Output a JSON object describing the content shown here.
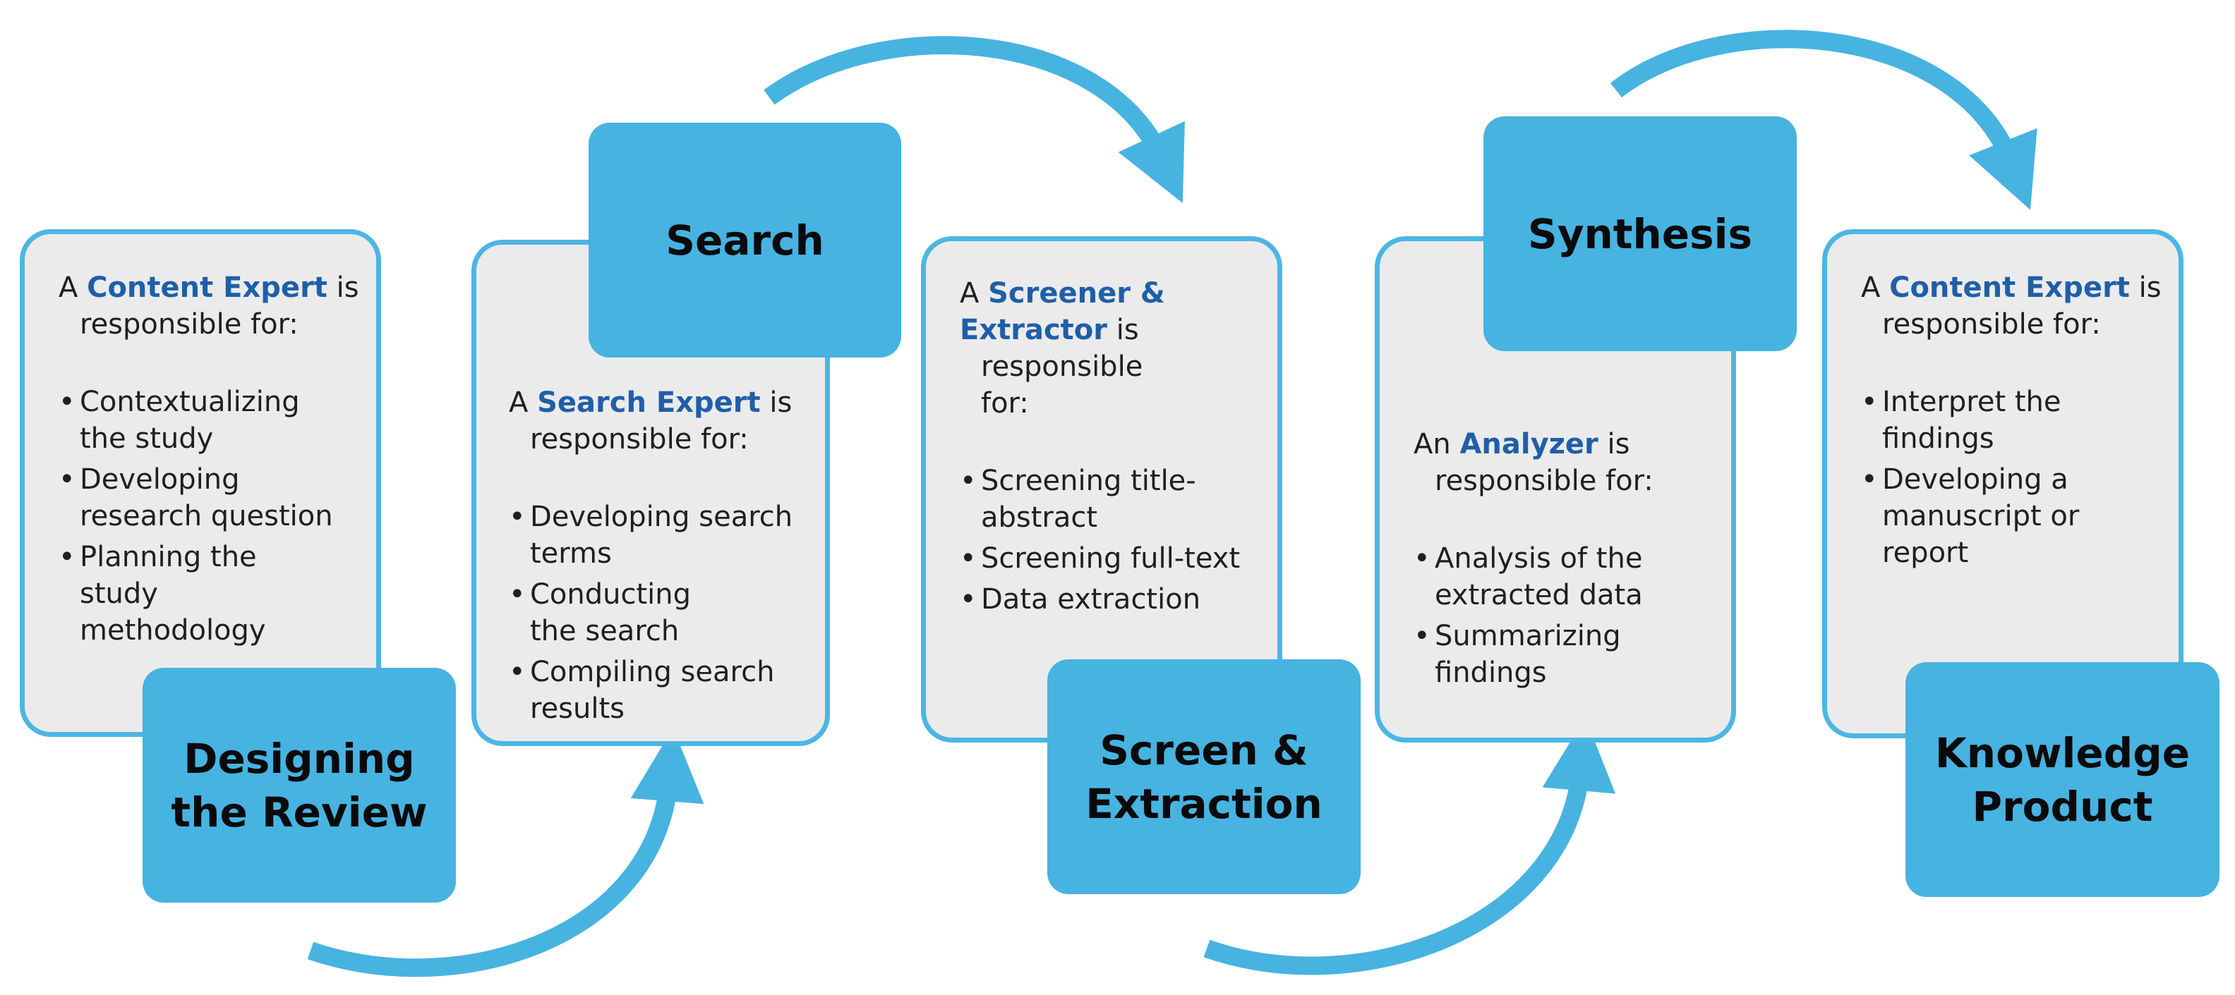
{
  "colors": {
    "accent": "#47b3e1",
    "card_border": "#4cb6e4",
    "card_fill": "#ebebeb",
    "role_text": "#1f5fa8"
  },
  "cards": [
    {
      "article": "A",
      "role": "Content Expert",
      "suffix": "is",
      "line2": "responsible for:",
      "items": [
        "Contextualizing the study",
        "Developing research question",
        "Planning the study methodology"
      ]
    },
    {
      "article": "A",
      "role": "Search Expert",
      "suffix": "is",
      "line2": "responsible for:",
      "items": [
        "Developing search terms",
        "Conducting the search",
        "Compiling search results"
      ]
    },
    {
      "article": "A",
      "role": "Screener & Extractor",
      "suffix": "is",
      "line2": "responsible for:",
      "items": [
        "Screening title-abstract",
        "Screening full-text",
        "Data extraction"
      ]
    },
    {
      "article": "An",
      "role": "Analyzer",
      "suffix": "is",
      "line2": "responsible for:",
      "items": [
        "Analysis of the extracted data",
        "Summarizing findings"
      ]
    },
    {
      "article": "A",
      "role": "Content Expert",
      "suffix": "is",
      "line2": "responsible for:",
      "items": [
        "Interpret the findings",
        "Developing a manuscript or report"
      ]
    }
  ],
  "stages": [
    "Designing\nthe Review",
    "Search",
    "Screen &\nExtraction",
    "Synthesis",
    "Knowledge\nProduct"
  ]
}
